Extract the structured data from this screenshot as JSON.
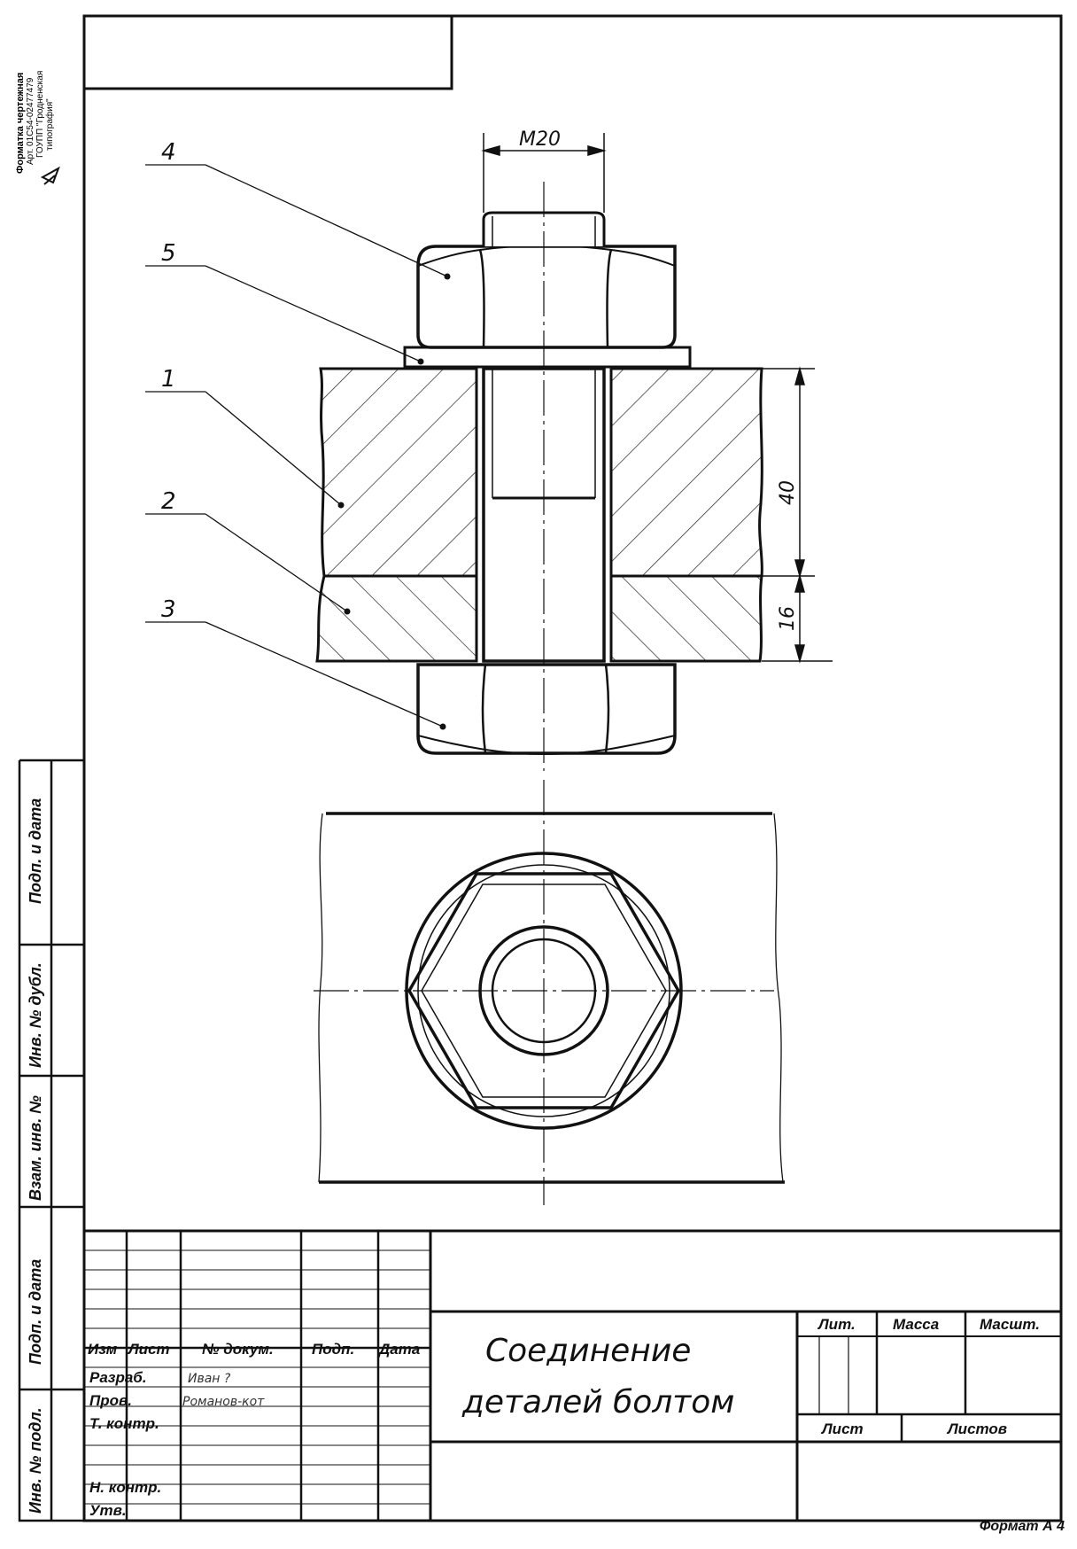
{
  "publisher": {
    "line1": "Форматка чертежная",
    "line2": "Арт. 01С54-02477479",
    "line3": "ГОУПП \"Гродненская",
    "line4": "типография\""
  },
  "side_stamp": {
    "podp_data_top": "Подп. и дата",
    "inv_dubl": "Инв. № дубл.",
    "vzam_inv": "Взам. инв. №",
    "podp_data_bottom": "Подп. и дата",
    "inv_podl": "Инв. № подл."
  },
  "drawing": {
    "thread_dim": "М20",
    "dim_top_plate": "40",
    "dim_bottom_plate": "16",
    "callouts": [
      "4",
      "5",
      "1",
      "2",
      "3"
    ]
  },
  "title_block": {
    "headers": {
      "izm": "Изм",
      "list": "Лист",
      "doc": "№ докум.",
      "podp": "Подп.",
      "data": "Дата"
    },
    "rows": {
      "razrab": "Разраб.",
      "prov": "Пров.",
      "tkontr": "Т. контр.",
      "nkontr": "Н. контр.",
      "utv": "Утв."
    },
    "signatures": {
      "razrab": "Иван ?",
      "prov": "Романов-кот"
    },
    "title_line1": "Соединение",
    "title_line2": "деталей болтом",
    "lit": "Лит.",
    "massa": "Масса",
    "masht": "Масшт.",
    "sheet": "Лист",
    "sheets": "Листов"
  },
  "format_label": "Формат А 4"
}
